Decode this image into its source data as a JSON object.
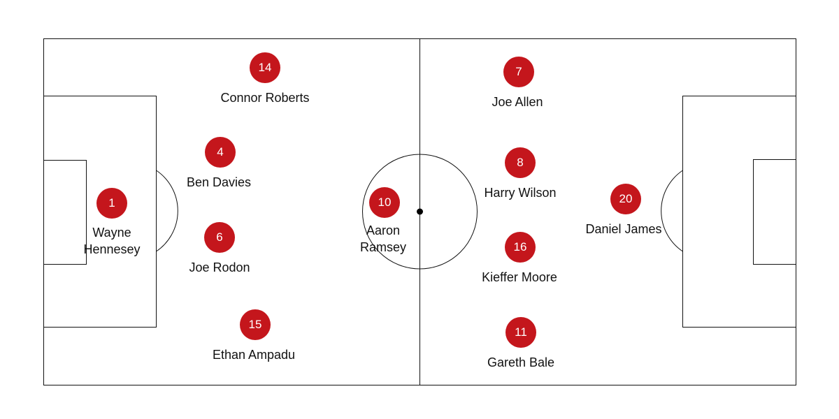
{
  "team_color": "#c4161c",
  "players": [
    {
      "number": "1",
      "name": "Wayne\nHennesey"
    },
    {
      "number": "14",
      "name": "Connor Roberts"
    },
    {
      "number": "4",
      "name": "Ben Davies"
    },
    {
      "number": "6",
      "name": "Joe Rodon"
    },
    {
      "number": "15",
      "name": "Ethan Ampadu"
    },
    {
      "number": "10",
      "name": "Aaron\nRamsey"
    },
    {
      "number": "7",
      "name": "Joe Allen"
    },
    {
      "number": "8",
      "name": "Harry Wilson"
    },
    {
      "number": "16",
      "name": "Kieffer Moore"
    },
    {
      "number": "11",
      "name": "Gareth Bale"
    },
    {
      "number": "20",
      "name": "Daniel James"
    }
  ]
}
